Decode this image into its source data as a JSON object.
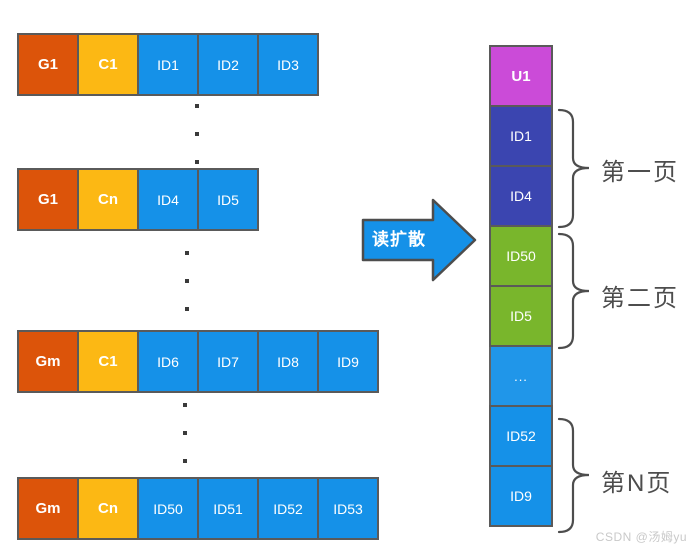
{
  "arrow": {
    "label": "读扩散"
  },
  "rows": [
    {
      "cells": [
        {
          "label": "G1"
        },
        {
          "label": "C1"
        },
        {
          "label": "ID1"
        },
        {
          "label": "ID2"
        },
        {
          "label": "ID3"
        }
      ]
    },
    {
      "cells": [
        {
          "label": "G1"
        },
        {
          "label": "Cn"
        },
        {
          "label": "ID4"
        },
        {
          "label": "ID5"
        }
      ]
    },
    {
      "cells": [
        {
          "label": "Gm"
        },
        {
          "label": "C1"
        },
        {
          "label": "ID6"
        },
        {
          "label": "ID7"
        },
        {
          "label": "ID8"
        },
        {
          "label": "ID9"
        }
      ]
    },
    {
      "cells": [
        {
          "label": "Gm"
        },
        {
          "label": "Cn"
        },
        {
          "label": "ID50"
        },
        {
          "label": "ID51"
        },
        {
          "label": "ID52"
        },
        {
          "label": "ID53"
        }
      ]
    }
  ],
  "result": {
    "blocks": [
      {
        "label": "U1"
      },
      {
        "label": "ID1"
      },
      {
        "label": "ID4"
      },
      {
        "label": "ID50"
      },
      {
        "label": "ID5"
      },
      {
        "label": "..."
      },
      {
        "label": "ID52"
      },
      {
        "label": "ID9"
      }
    ]
  },
  "page_labels": [
    {
      "label": "第一页"
    },
    {
      "label": "第二页"
    },
    {
      "label": "第N页"
    }
  ],
  "watermark": "CSDN @汤姆yu",
  "colors": {
    "group_orange": "#DC540A",
    "conversation_yellow": "#FCB814",
    "message_blue": "#1591E8",
    "user_magenta": "#CB4BD8",
    "page1_indigo": "#3B45B0",
    "page2_green": "#79B62C",
    "border_gray": "#5A5A5A",
    "label_gray": "#4D4D4D"
  }
}
